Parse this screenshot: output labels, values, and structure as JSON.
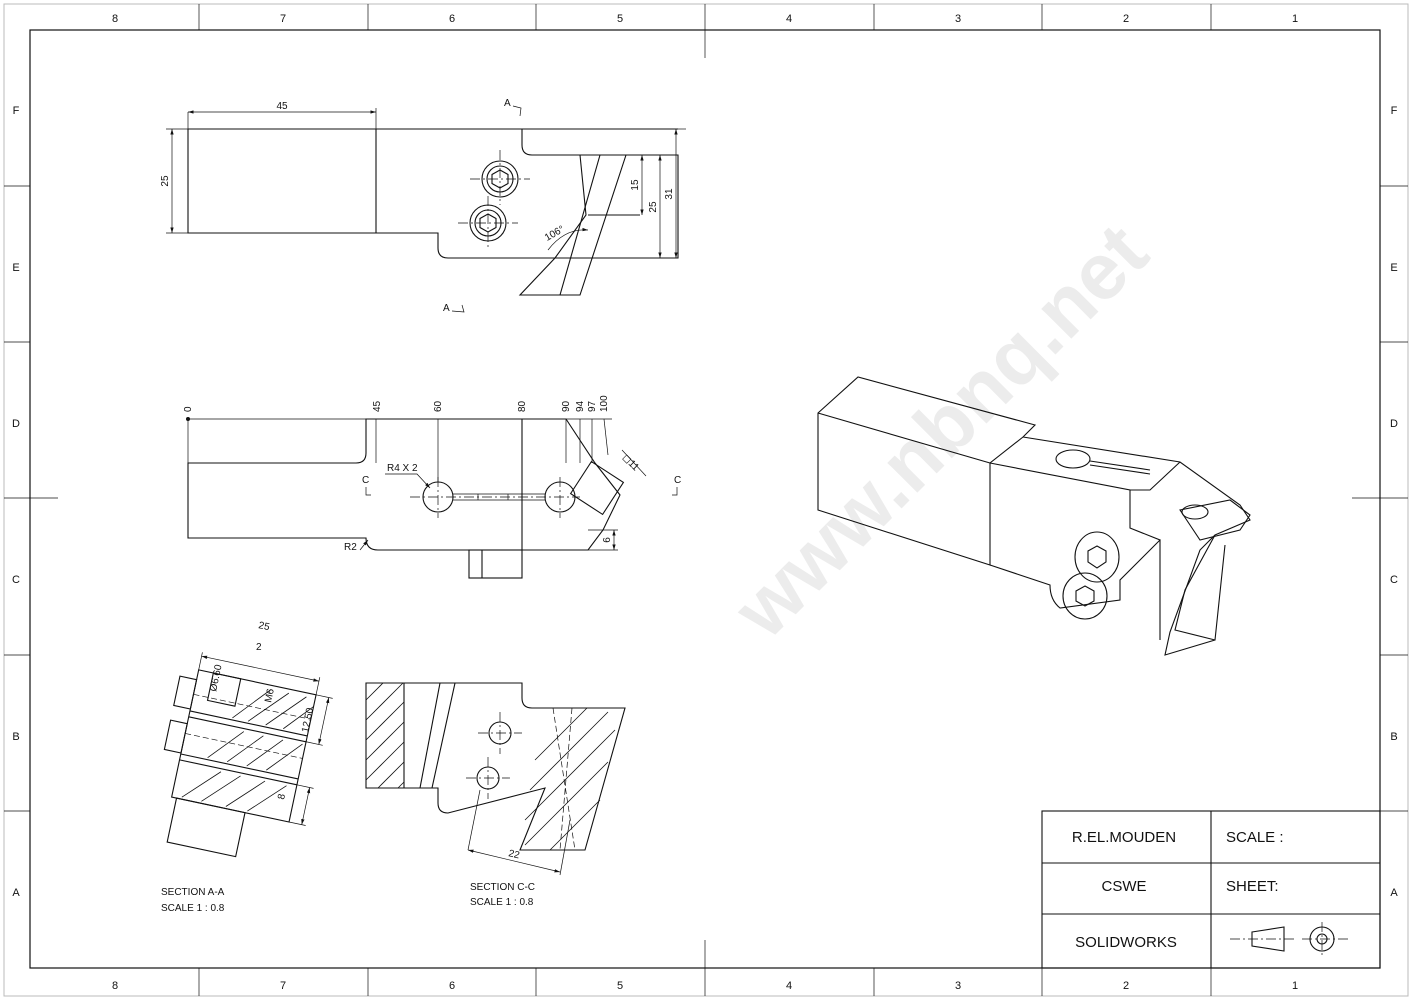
{
  "border": {
    "columns": [
      "8",
      "7",
      "6",
      "5",
      "4",
      "3",
      "2",
      "1"
    ],
    "rows": [
      "F",
      "E",
      "D",
      "C",
      "B",
      "A"
    ]
  },
  "title_block": {
    "author": "R.EL.MOUDEN",
    "company": "CSWE",
    "software": "SOLIDWORKS",
    "scale_label": "SCALE :",
    "sheet_label": "SHEET:"
  },
  "watermark": "www.nbnq.net",
  "top_view": {
    "dim_length": "45",
    "dim_height": "25",
    "dim_15": "15",
    "dim_25": "25",
    "dim_31": "31",
    "angle": "106°",
    "section_label": "A"
  },
  "front_view": {
    "ord": [
      "0",
      "45",
      "60",
      "80",
      "90",
      "94",
      "97",
      "100"
    ],
    "radius_note": "R4 X 2",
    "r2": "R2",
    "square": "◻11",
    "dim_6": "6",
    "section_label": "C"
  },
  "section_aa": {
    "dim_25": "25",
    "dim_2": "2",
    "dim_dia": "Ø6.60",
    "dim_m6": "M6",
    "dim_1250": "12.50",
    "dim_8": "8",
    "title": "SECTION A-A",
    "scale": "SCALE 1 : 0.8"
  },
  "section_cc": {
    "dim_22": "22",
    "title": "SECTION C-C",
    "scale": "SCALE 1 : 0.8"
  }
}
